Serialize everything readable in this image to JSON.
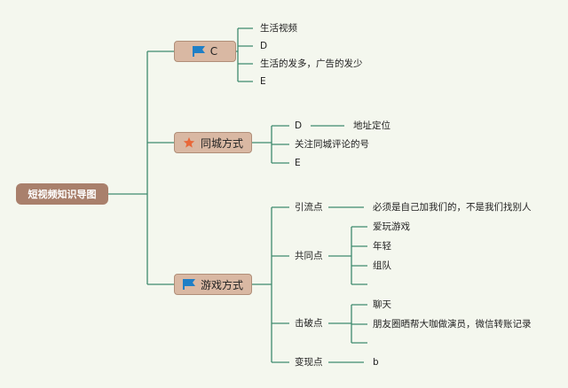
{
  "root": {
    "label": "短视频知识导图"
  },
  "branches": {
    "c": {
      "label": "C",
      "icon": "blue-flag-icon",
      "items": [
        "生活视频",
        "D",
        "生活的发多，广告的发少",
        "E"
      ]
    },
    "tongcheng": {
      "label": "同城方式",
      "icon": "orange-star-icon",
      "items": [
        "D",
        "关注同城评论的号",
        "E"
      ],
      "d_child": "地址定位"
    },
    "youxi": {
      "label": "游戏方式",
      "icon": "blue-flag-icon",
      "yinliu": {
        "label": "引流点",
        "child": "必须是自己加我们的，不是我们找别人"
      },
      "gongtong": {
        "label": "共同点",
        "children": [
          "爱玩游戏",
          "年轻",
          "组队",
          ""
        ]
      },
      "jipo": {
        "label": "击破点",
        "children": [
          "聊天",
          "朋友圈晒帮大咖做演员，微信转账记录",
          ""
        ]
      },
      "bianxian": {
        "label": "变现点",
        "child": "b"
      }
    }
  },
  "colors": {
    "background": "#f4f7ee",
    "connector": "#3f8a6e",
    "root_fill": "#a9806c",
    "branch_fill": "#d9b8a3",
    "flag": "#1f7fc6",
    "star": "#e8683a"
  }
}
